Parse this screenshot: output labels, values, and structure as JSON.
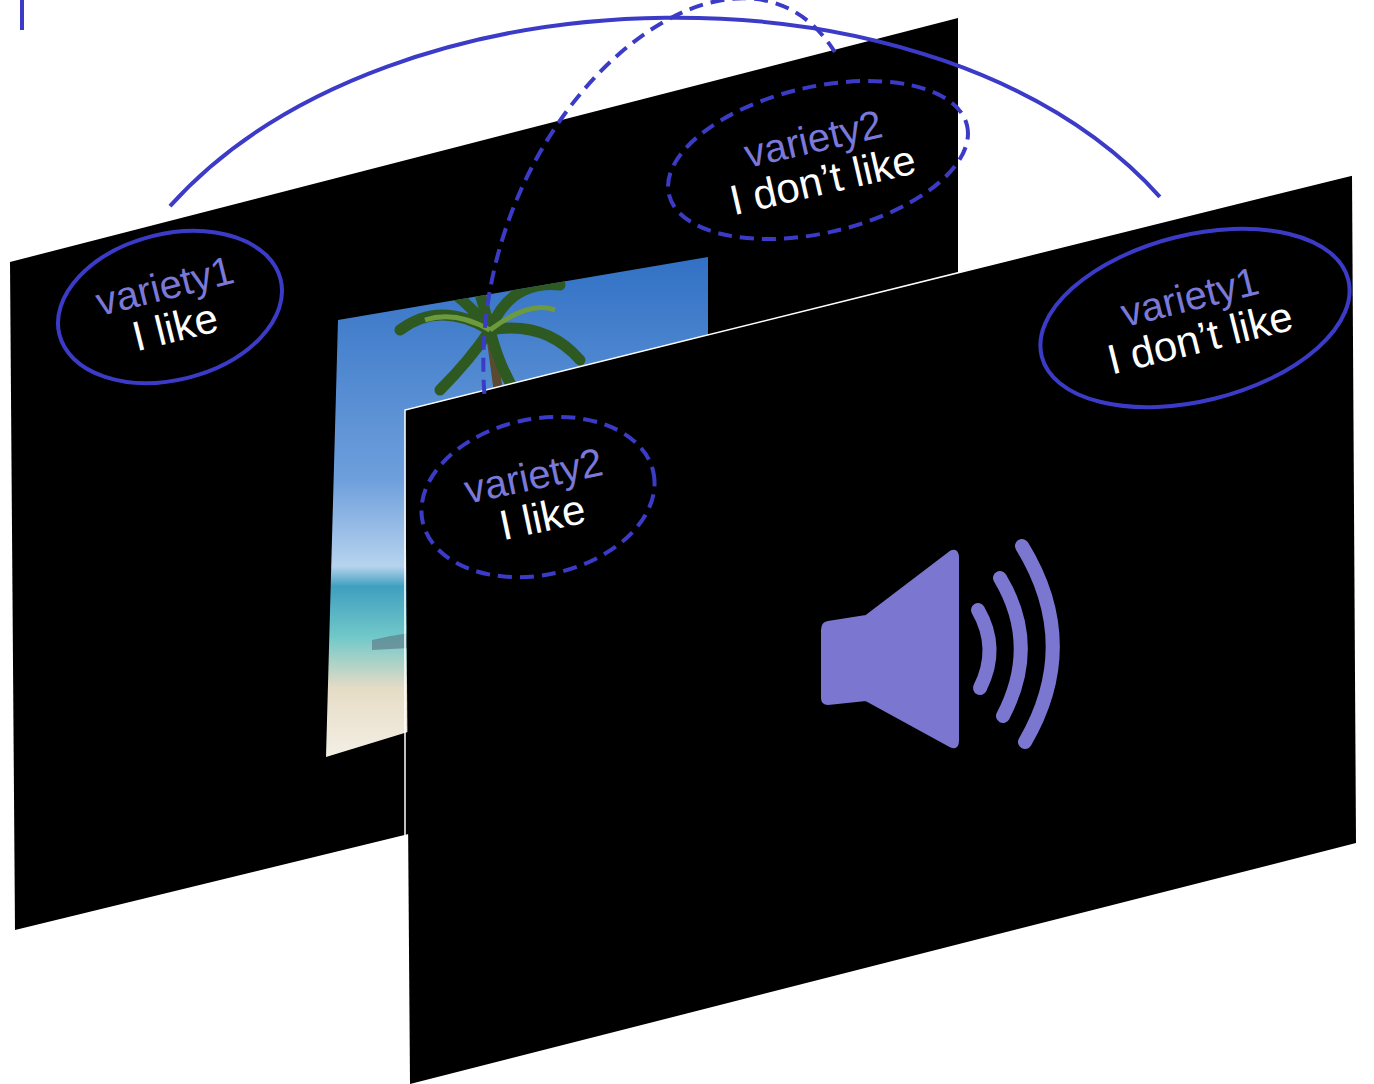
{
  "diagram": {
    "nodes": [
      {
        "text": [
          "variety1",
          "I like"
        ]
      },
      {
        "text": [
          "variety2",
          "I don’t like"
        ]
      },
      {
        "text": [
          "variety2",
          "I like"
        ]
      },
      {
        "text": [
          "variety1",
          "I don’t like"
        ]
      }
    ],
    "edges": [
      {
        "from": 0,
        "to": 3,
        "arrow": "none"
      },
      {
        "from": 2,
        "to": 1,
        "arrow": "none"
      }
    ]
  }
}
